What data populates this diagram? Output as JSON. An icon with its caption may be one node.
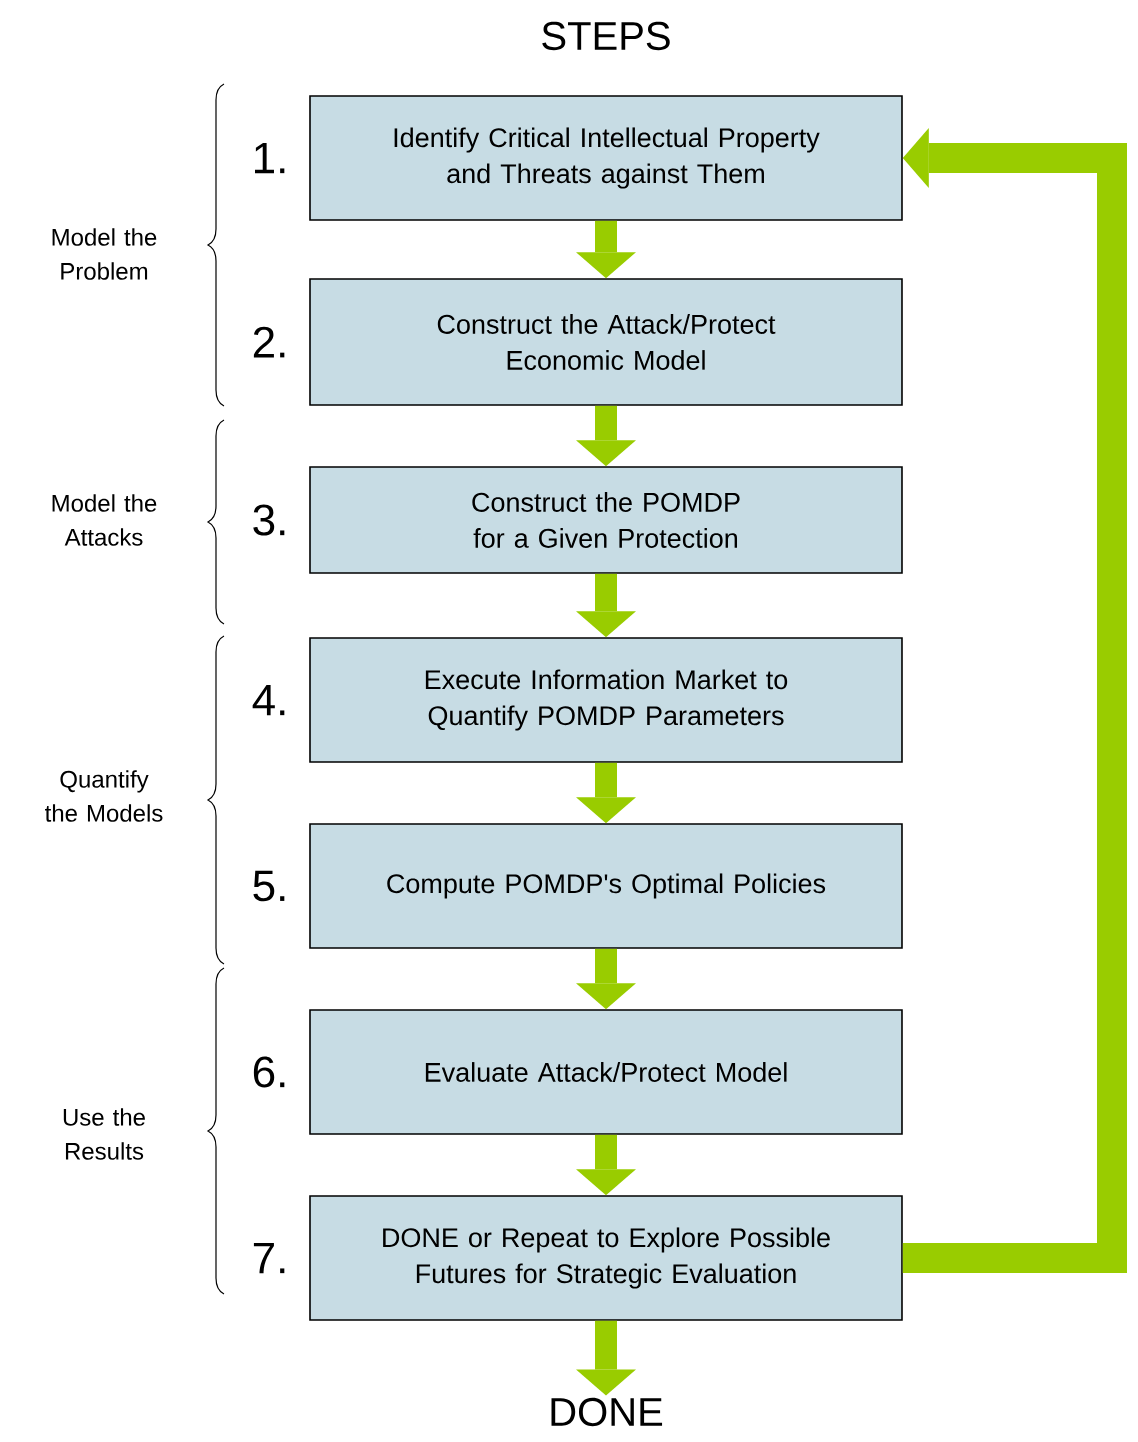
{
  "diagram": {
    "title": "STEPS",
    "nodes": [
      {
        "text": [
          "Identify Critical Intellectual Property and Threats against Them"
        ],
        "beside": [
          "1."
        ]
      },
      {
        "text": [
          "Construct the Attack/Protect Economic Model"
        ],
        "beside": [
          "2."
        ]
      },
      {
        "text": [
          "Construct the POMDP for a Given Protection"
        ],
        "beside": [
          "3."
        ]
      },
      {
        "text": [
          "Execute Information Market to Quantify POMDP Parameters"
        ],
        "beside": [
          "4."
        ]
      },
      {
        "text": [
          "Compute POMDP's Optimal Policies"
        ],
        "beside": [
          "5."
        ]
      },
      {
        "text": [
          "Evaluate Attack/Protect Model"
        ],
        "beside": [
          "6."
        ]
      },
      {
        "text": [
          "DONE or Repeat to Explore Possible Futures for Strategic Evaluation"
        ],
        "beside": [
          "7."
        ]
      },
      {
        "text": [
          "DONE"
        ]
      }
    ],
    "edges": [
      {
        "from": 0,
        "to": 1,
        "arrow": "to"
      },
      {
        "from": 1,
        "to": 2,
        "arrow": "to"
      },
      {
        "from": 2,
        "to": 3,
        "arrow": "to"
      },
      {
        "from": 3,
        "to": 4,
        "arrow": "to"
      },
      {
        "from": 4,
        "to": 5,
        "arrow": "to"
      },
      {
        "from": 5,
        "to": 6,
        "arrow": "to"
      },
      {
        "from": 6,
        "to": 7,
        "arrow": "to"
      },
      {
        "from": 6,
        "to": 0,
        "arrow": "to"
      }
    ],
    "labels": [
      "Model the Problem",
      "Model the Attacks",
      "Quantify the Models",
      "Use the Results"
    ]
  }
}
